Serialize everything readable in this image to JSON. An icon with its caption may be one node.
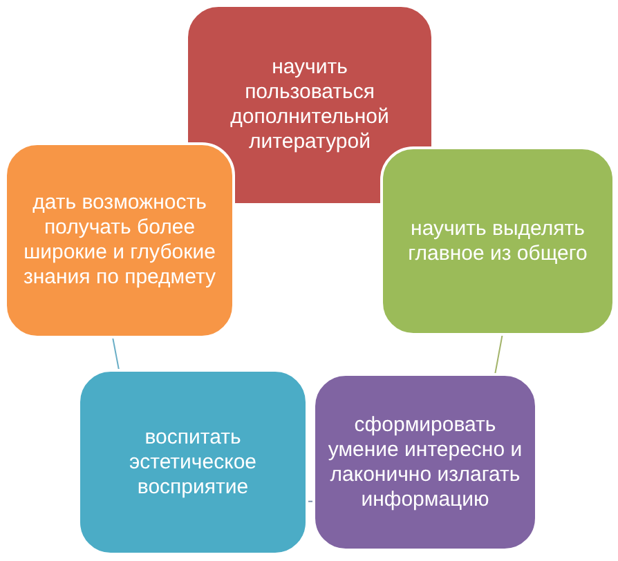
{
  "diagram": {
    "nodes": [
      {
        "text": [
          "научить пользоваться дополнительной литературой"
        ]
      },
      {
        "text": [
          "дать возможность получать более широкие и глубокие знания по предмету"
        ]
      },
      {
        "text": [
          "научить выделять главное из общего"
        ]
      },
      {
        "text": [
          "воспитать эстетическое восприятие"
        ]
      },
      {
        "text": [
          "сформировать умение интересно и лаконично излагать информацию"
        ]
      }
    ],
    "edges": [
      {
        "from": 2,
        "to": 4,
        "arrow": "none",
        "color": "#a3b46a"
      },
      {
        "from": 4,
        "to": 3,
        "arrow": "none",
        "color": "#7f90ad"
      },
      {
        "from": 3,
        "to": 1,
        "arrow": "none",
        "color": "#6aaec6"
      }
    ]
  }
}
